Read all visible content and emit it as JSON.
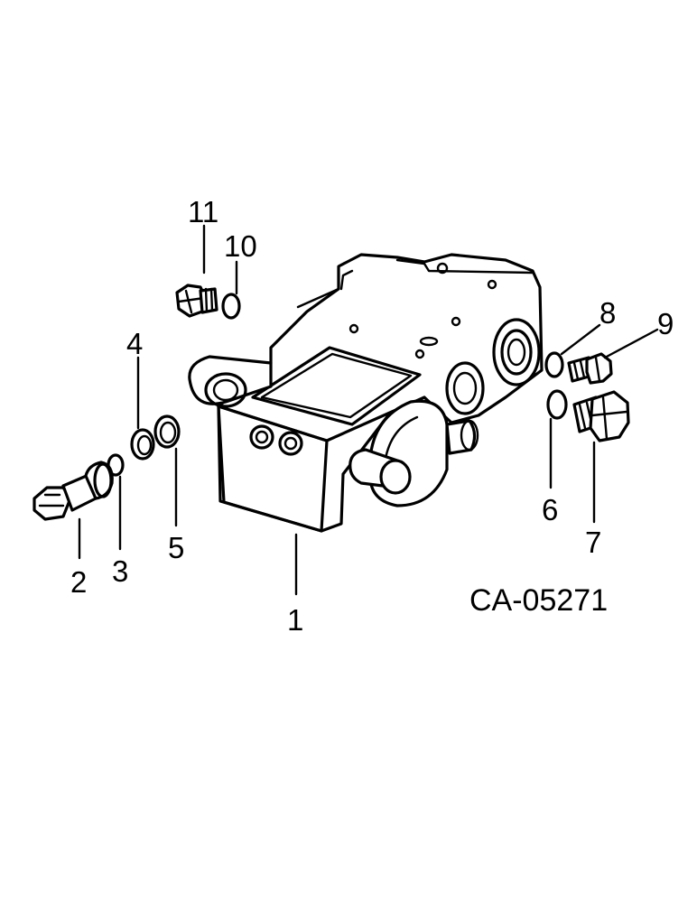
{
  "diagram": {
    "reference_code": "CA-05271",
    "callouts": [
      {
        "id": "1",
        "label": "1"
      },
      {
        "id": "2",
        "label": "2"
      },
      {
        "id": "3",
        "label": "3"
      },
      {
        "id": "4",
        "label": "4"
      },
      {
        "id": "5",
        "label": "5"
      },
      {
        "id": "6",
        "label": "6"
      },
      {
        "id": "7",
        "label": "7"
      },
      {
        "id": "8",
        "label": "8"
      },
      {
        "id": "9",
        "label": "9"
      },
      {
        "id": "10",
        "label": "10"
      },
      {
        "id": "11",
        "label": "11"
      }
    ],
    "colors": {
      "line": "#000000",
      "background": "#ffffff"
    }
  }
}
